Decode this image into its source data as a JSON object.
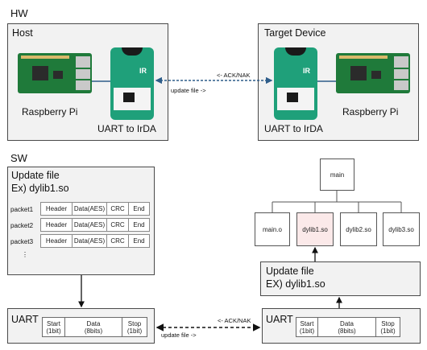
{
  "hw": {
    "section_label": "HW",
    "host": {
      "title": "Host",
      "pi_label": "Raspberry Pi",
      "board_label": "UART to IrDA"
    },
    "target": {
      "title": "Target Device",
      "pi_label": "Raspberry Pi",
      "board_label": "UART to IrDA"
    },
    "ack_label": "<- ACK/NAK",
    "update_label": "update file ->"
  },
  "sw": {
    "section_label": "SW",
    "update_file": {
      "title": "Update file",
      "subtitle": "Ex) dylib1.so",
      "packets": [
        {
          "name": "packet1",
          "fields": [
            "Header",
            "Data(AES)",
            "CRC",
            "End"
          ]
        },
        {
          "name": "packet2",
          "fields": [
            "Header",
            "Data(AES)",
            "CRC",
            "End"
          ]
        },
        {
          "name": "packet3",
          "fields": [
            "Header",
            "Data(AES)",
            "CRC",
            "End"
          ]
        }
      ],
      "ellipsis": "⋮"
    },
    "uart_left": {
      "title": "UART",
      "cells": [
        {
          "name": "Start",
          "sub": "(1bit)"
        },
        {
          "name": "Data",
          "sub": "(8bits)"
        },
        {
          "name": "Stop",
          "sub": "(1bit)"
        }
      ]
    },
    "uart_right": {
      "title": "UART",
      "cells": [
        {
          "name": "Start",
          "sub": "(1bit)"
        },
        {
          "name": "Data",
          "sub": "(8bits)"
        },
        {
          "name": "Stop",
          "sub": "(1bit)"
        }
      ]
    },
    "ack_label": "<- ACK/NAK",
    "update_label": "update file ->",
    "tree": {
      "root": "main",
      "children": [
        "main.o",
        "dylib1.so",
        "dylib2.so",
        "dylib3.so"
      ]
    },
    "target_update_file": {
      "title": "Update file",
      "subtitle": "EX) dylib1.so"
    }
  },
  "colors": {
    "box_fill": "#f2f2f2",
    "border": "#4a4a4a",
    "link_blue": "#2e5d8a",
    "highlight_pink": "#fbe9e9",
    "board_green": "#1fa07a",
    "pi_green": "#1f7a3a"
  }
}
